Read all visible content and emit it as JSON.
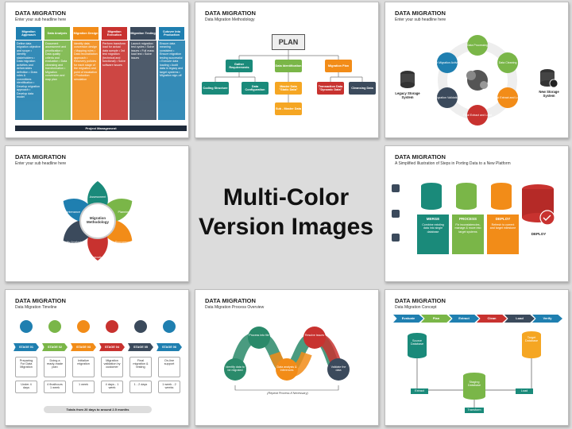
{
  "center": {
    "line1": "Multi-Color",
    "line2": "Version Images"
  },
  "slide1": {
    "title": "DATA MIGRATION",
    "sub": "Enter your sub headline here",
    "columns": [
      {
        "h": "Migration Approach",
        "color": "#1f7fb0",
        "body": "Define data migration objective and scope • Identify stakeholders • Data migration activities and deliverables definition • Draw roles & committees identification • Develop migration approach • Develop data model"
      },
      {
        "h": "Data Analysis",
        "color": "#7ab648",
        "body": "Document assessment and prioritization • Data quality criteria and evaluation • Data cleansing and transformation • Migration conversion and map plan"
      },
      {
        "h": "Migration Design",
        "color": "#f28c18",
        "body": "Identify data conversion design • Mapping rules • Data reconciliation approach • Recovery policies for each stage of the migration and point of escalation • Production simulation"
      },
      {
        "h": "Migration Execution",
        "color": "#c8322f",
        "body": "Perform transform load for actual data sample • 3rd test migration (technical and functional) • Solve software issues"
      },
      {
        "h": "Migration Testing",
        "color": "#3b4a5c",
        "body": "Launch migration test cycles • Solve issues • Full mass load test • Solve issues"
      },
      {
        "h": "Cutover Into Production",
        "color": "#1f7fb0",
        "body": "Ensure data meaning consistent • Ensure migration testing successful • Execute data loading • Audit data in legacy and target systems • Migration sign-off"
      }
    ],
    "bar": "Project Management"
  },
  "slide2": {
    "title": "DATA MIGRATION",
    "sub": "Data Migration Methodology",
    "plan": "PLAN",
    "l1": [
      {
        "t": "Gather Requirements",
        "c": "#1a8a7a"
      },
      {
        "t": "Data Identification",
        "c": "#7ab648"
      },
      {
        "t": "Migration Plan",
        "c": "#f28c18"
      }
    ],
    "l2": [
      {
        "t": "Coding Structure",
        "c": "#1a8a7a"
      },
      {
        "t": "Data Configuration",
        "c": "#1a8a7a"
      },
      {
        "t": "Master Data \"Static Data\"",
        "c": "#f5a623"
      },
      {
        "t": "Transaction Data \"Dynamic Data\"",
        "c": "#c8322f"
      },
      {
        "t": "Cleansing Data",
        "c": "#3b4a5c"
      }
    ],
    "l3": {
      "t": "Sub - Master Data",
      "c": "#f5a623"
    }
  },
  "slide3": {
    "title": "DATA MIGRATION",
    "sub": "Enter your sub headline here",
    "nodes": [
      "Data Processing",
      "Data Cleaning",
      "Test Extract and Load",
      "Final Extract and Load",
      "Migration Validation",
      "Post Migration Activities"
    ],
    "left": "Legacy Storage System",
    "right": "New Storage System"
  },
  "slide4": {
    "title": "DATA MIGRATION",
    "sub": "Enter your sub headline here",
    "center": "Migration Methodology",
    "petals": [
      "Assessment",
      "Planning",
      "Procurement",
      "Execution",
      "Quality Analysis",
      "Maintenance"
    ]
  },
  "slide5": {
    "title": "DATA MIGRATION",
    "sub": "A Simplified Illustration of Steps in Porting Data to a New Platform",
    "steps": [
      {
        "t": "MERGE",
        "c": "#1a8a7a",
        "d": "Combine existing data into single database"
      },
      {
        "t": "PROCESS",
        "c": "#7ab648",
        "d": "Fix inconsistencies, manage & move into target systems"
      },
      {
        "t": "DEPLOY",
        "c": "#f28c18",
        "d": "Refresh to current and target milestone"
      }
    ],
    "end": "DEPLOY"
  },
  "slide6": {
    "title": "DATA MIGRATION",
    "sub": "Data Migration Timeline",
    "stages": [
      "STAGE 01",
      "STAGE 02",
      "STAGE 03",
      "STAGE 04",
      "STAGE 05",
      "STAGE 06"
    ],
    "desc": [
      "Preparing For Data Migration",
      "Doing a ready-made plan",
      "Initialize migration",
      "Migration validation by customer",
      "Final migration & testing",
      "On-line support"
    ],
    "dur": [
      "Under 4 days",
      "4 finalhours 1 week",
      "1 week",
      "4 days - 1 week",
      "1 - 2 days",
      "1 week - 2 weeks"
    ],
    "total": "Totals from 20 days to around 2.5 months",
    "colors": [
      "#1f7fb0",
      "#7ab648",
      "#f28c18",
      "#c8322f",
      "#3b4a5c",
      "#1f7fb0"
    ]
  },
  "slide7": {
    "title": "DATA MIGRATION",
    "sub": "Data Migration Process Overview",
    "nodes": [
      "Identify data to be migrated",
      "Process into file",
      "Data analysis & Inferences",
      "Resolve issues",
      "Validate the data"
    ],
    "note": "(Repeat Process if Necessary)"
  },
  "slide8": {
    "title": "DATA MIGRATION",
    "sub": "Data Migration Concept",
    "chevrons": [
      {
        "t": "Evaluate",
        "c": "#1f7fb0"
      },
      {
        "t": "Plan",
        "c": "#7ab648"
      },
      {
        "t": "Extract",
        "c": "#1f7fb0"
      },
      {
        "t": "Clean",
        "c": "#c8322f"
      },
      {
        "t": "Load",
        "c": "#3b4a5c"
      },
      {
        "t": "Verify",
        "c": "#1f7fb0"
      }
    ],
    "src": "Source Database",
    "tgt": "Target Database",
    "staging": "Staging Database",
    "extract": "Extract",
    "load": "Load",
    "transform": "Transform"
  }
}
